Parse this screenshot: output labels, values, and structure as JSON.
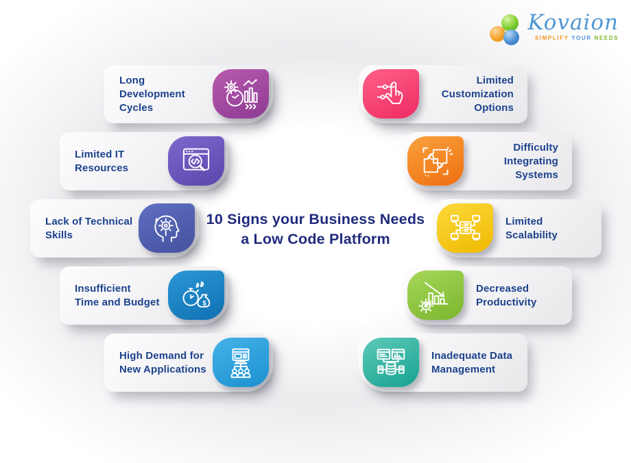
{
  "logo": {
    "name": "Kovaion",
    "tagline": [
      {
        "text": "SIMPLIFY",
        "color": "#f5951f"
      },
      {
        "text": "YOUR",
        "color": "#4a90d9"
      },
      {
        "text": "NEEDS",
        "color": "#76b82a"
      }
    ],
    "ball_colors": {
      "orange": "#f5a42c",
      "green": "#7ccb2d",
      "blue": "#4a8fd3"
    }
  },
  "title": {
    "line1": "10 Signs your Business Needs",
    "line2": "a Low Code Platform",
    "color": "#202b7d"
  },
  "label_color": "#1c418c",
  "cards": [
    {
      "id": "long-development-cycles",
      "line1": "Long Development",
      "line2": "Cycles",
      "colors": [
        "#b85bae",
        "#8e3a94"
      ],
      "icon": "clock-gear-chart-icon"
    },
    {
      "id": "limited-it-resources",
      "line1": "Limited IT Resources",
      "line2": "",
      "colors": [
        "#7e68cd",
        "#5a46ad"
      ],
      "icon": "browser-code-search-icon"
    },
    {
      "id": "lack-of-technical-skills",
      "line1": "Lack of Technical",
      "line2": "Skills",
      "colors": [
        "#5f6fc2",
        "#44519e"
      ],
      "icon": "head-gear-icon"
    },
    {
      "id": "insufficient-time-and-budget",
      "line1": "Insufficient",
      "line2": "Time and Budget",
      "colors": [
        "#2c98d6",
        "#0f6fb1"
      ],
      "icon": "stopwatch-money-bag-icon"
    },
    {
      "id": "high-demand-for-new-applications",
      "line1": "High Demand for",
      "line2": "New Applications",
      "colors": [
        "#46b3e8",
        "#1b90cf"
      ],
      "icon": "monitor-users-icon"
    },
    {
      "id": "limited-customization-options",
      "line1": "Limited Customization",
      "line2": "Options",
      "colors": [
        "#ff6188",
        "#ee2a62"
      ],
      "icon": "hand-sliders-icon"
    },
    {
      "id": "difficulty-integrating-systems",
      "line1": "Difficulty Integrating",
      "line2": "Systems",
      "colors": [
        "#f9a13d",
        "#ef6f10"
      ],
      "icon": "puzzle-hands-icon"
    },
    {
      "id": "limited-scalability",
      "line1": "Limited Scalability",
      "line2": "",
      "colors": [
        "#fbd93c",
        "#f0b900"
      ],
      "icon": "server-network-icon"
    },
    {
      "id": "decreased-productivity",
      "line1": "Decreased",
      "line2": "Productivity",
      "colors": [
        "#a6d75a",
        "#7ab52c"
      ],
      "icon": "declining-chart-gear-icon"
    },
    {
      "id": "inadequate-data-management",
      "line1": "Inadequate Data",
      "line2": "Management",
      "colors": [
        "#5ecab8",
        "#17a191"
      ],
      "icon": "data-windows-database-icon"
    }
  ]
}
